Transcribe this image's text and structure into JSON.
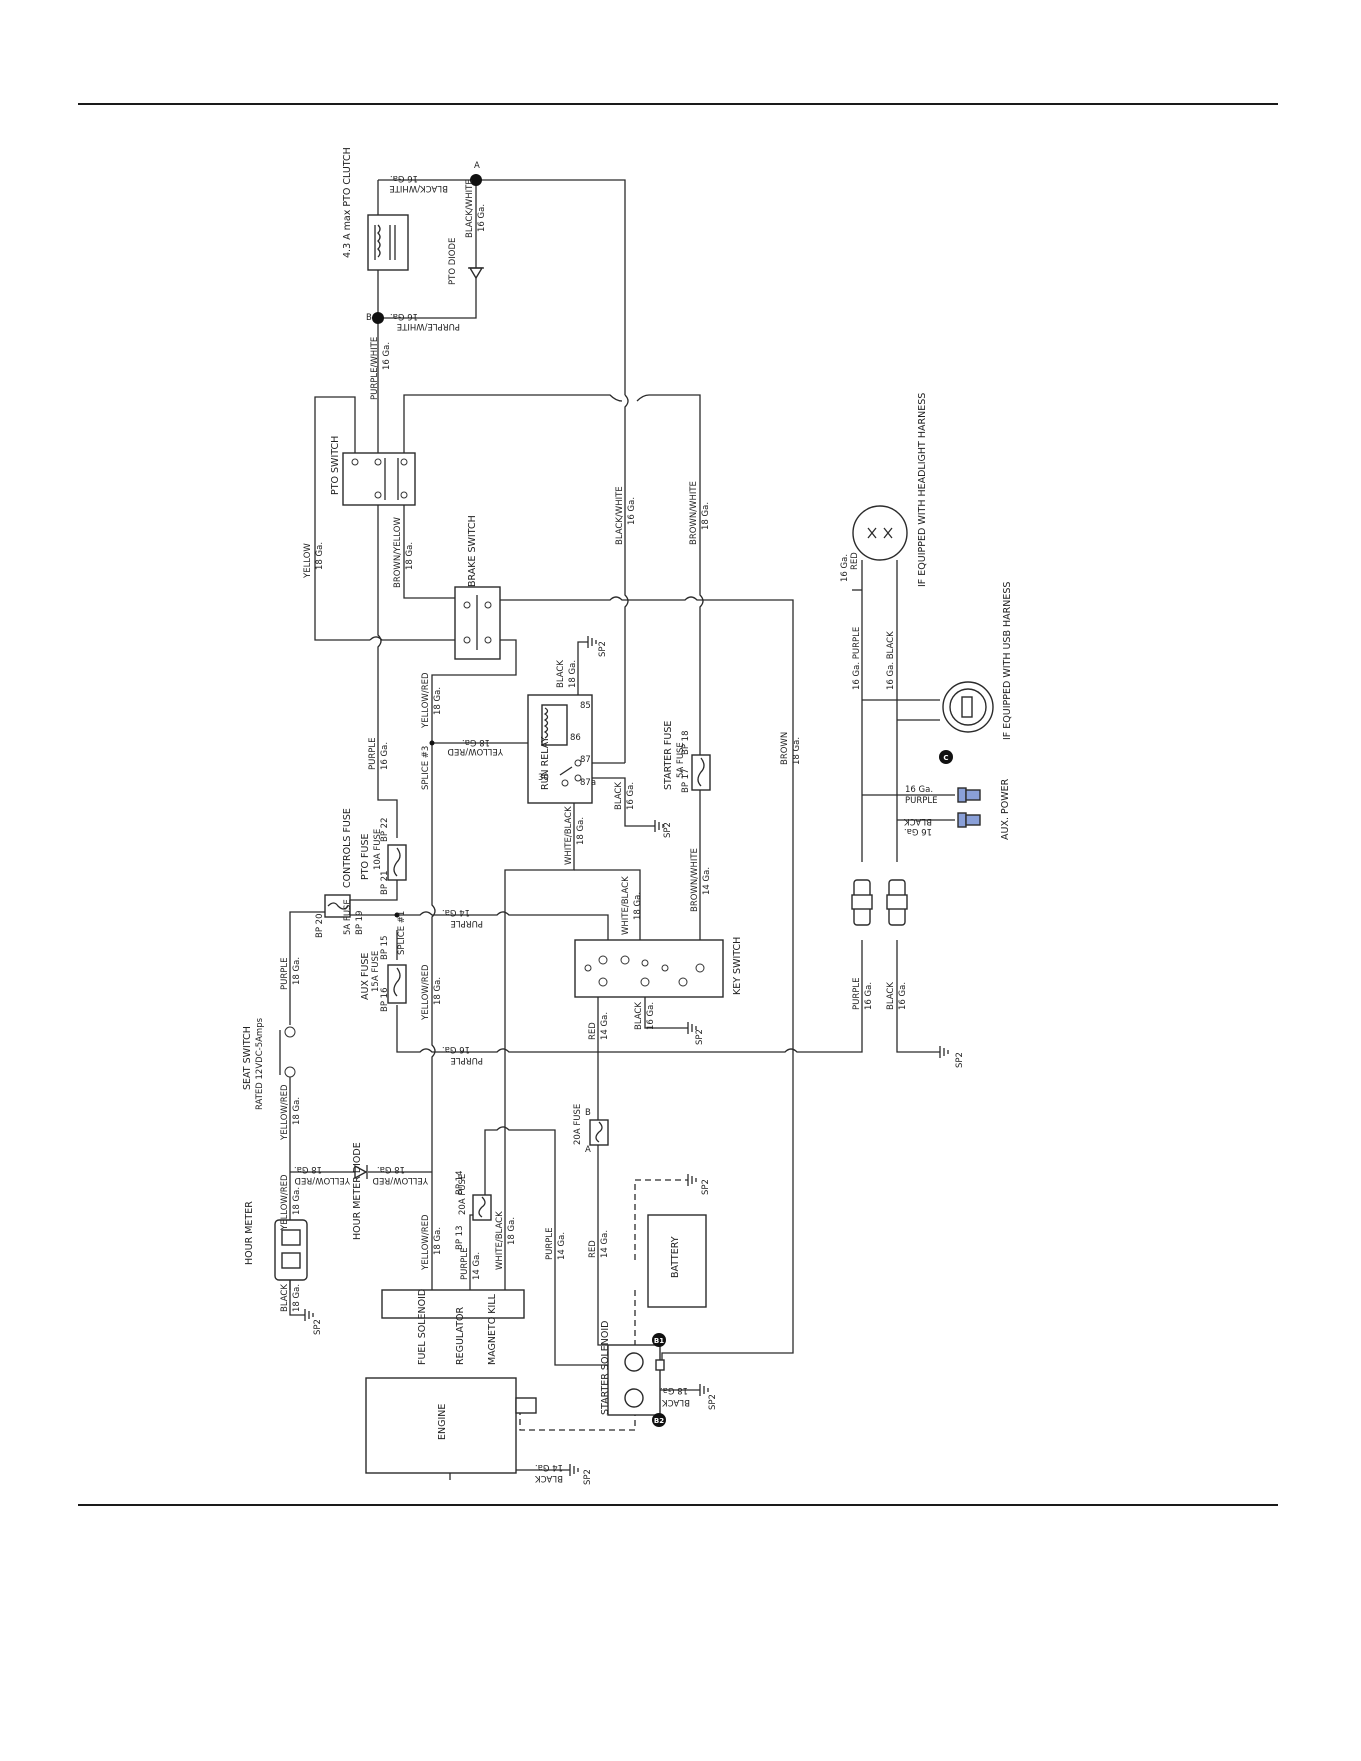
{
  "diagram": {
    "components": {
      "pto_clutch": "4.3 A max PTO CLUTCH",
      "pto_diode": "PTO DIODE",
      "pto_switch": "PTO SWITCH",
      "brake_switch": "BRAKE SWITCH",
      "run_relay": "RUN RELAY",
      "starter_fuse": "STARTER FUSE",
      "starter_fuse_rating": "5A FUSE",
      "pto_fuse": "PTO FUSE",
      "pto_fuse_rating": "10A FUSE",
      "controls_fuse": "CONTROLS FUSE",
      "controls_fuse_rating": "5A FUSE",
      "aux_fuse": "AUX FUSE",
      "aux_fuse_rating": "15A FUSE",
      "main_fuse_rating": "20A FUSE",
      "reg_fuse_rating": "20A FUSE",
      "key_switch": "KEY SWITCH",
      "seat_switch": "SEAT SWITCH",
      "seat_switch_rating": "RATED 12VDC-5Amps",
      "hour_meter": "HOUR METER",
      "hour_meter_diode": "HOUR METER DIODE",
      "battery": "BATTERY",
      "starter_solenoid": "STARTER SOLENOID",
      "engine": "ENGINE",
      "fuel_solenoid": "FUEL SOLENOID",
      "regulator": "REGULATOR",
      "magneto_kill": "MAGNETO KILL",
      "headlight": "IF EQUIPPED WITH HEADLIGHT HARNESS",
      "usb": "IF EQUIPPED WITH USB HARNESS",
      "aux_power": "AUX. POWER",
      "splice1": "SPLICE #1",
      "splice3": "SPLICE #3",
      "ground": "SP2"
    },
    "wires": {
      "black_white_16": "BLACK/WHITE",
      "purple_white_16": "PURPLE/WHITE",
      "yellow_18": "YELLOW",
      "brown_yellow_18": "BROWN/YELLOW",
      "brown_white_18": "BROWN/WHITE",
      "brown_white_14": "BROWN/WHITE",
      "brown_18": "BROWN",
      "purple_16": "PURPLE",
      "purple_18": "PURPLE",
      "purple_14": "PURPLE",
      "yellow_red_18": "YELLOW/RED",
      "white_black_18": "WHITE/BLACK",
      "red_14": "RED",
      "red_16": "RED",
      "black_18": "BLACK",
      "black_16": "BLACK",
      "black_14": "BLACK"
    },
    "gauges": {
      "g14": "14 Ga.",
      "g16": "16 Ga.",
      "g18": "18 Ga."
    },
    "fuse_pins": {
      "bp13": "BP 13",
      "bp14": "BP 14",
      "bp15": "BP 15",
      "bp16": "BP 16",
      "bp17": "BP 17",
      "bp18": "BP 18",
      "bp19": "BP 19",
      "bp20": "BP 20",
      "bp21": "BP 21",
      "bp22": "BP 22"
    },
    "relay_pins": [
      "30",
      "85",
      "86",
      "87",
      "87a"
    ],
    "node_labels": {
      "a": "A",
      "b": "B",
      "c": "C",
      "b1": "B1",
      "b2": "B2"
    },
    "usb_combo": {
      "purple": "16 Ga. PURPLE",
      "black": "16 Ga. BLACK"
    }
  }
}
